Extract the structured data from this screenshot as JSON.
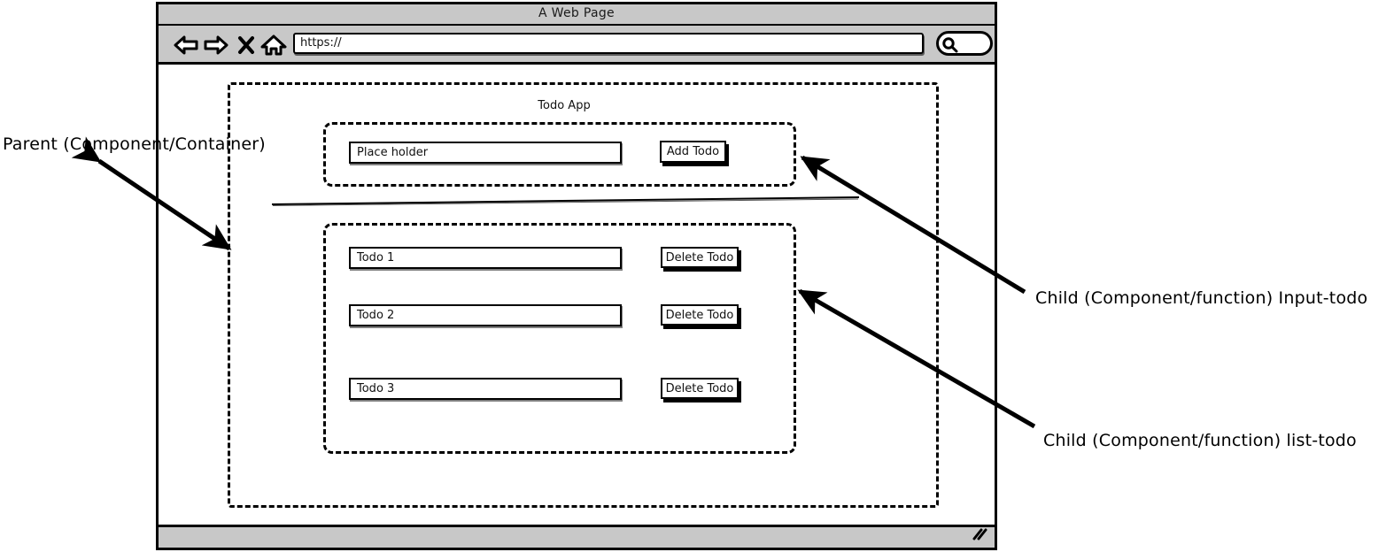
{
  "browser": {
    "title": "A Web Page",
    "url_value": "https://",
    "nav_icons": [
      "back-arrow-icon",
      "forward-arrow-icon",
      "stop-x-icon",
      "home-icon"
    ],
    "search_icon": "magnifier-icon",
    "resize_grip": "resize-grip-icon"
  },
  "app": {
    "title": "Todo App",
    "input_section": {
      "placeholder": "Place holder",
      "input_value": "Place holder",
      "add_button": "Add Todo"
    },
    "list_section": {
      "items": [
        {
          "label": "Todo 1",
          "delete_button": "Delete Todo"
        },
        {
          "label": "Todo 2",
          "delete_button": "Delete Todo"
        },
        {
          "label": "Todo 3",
          "delete_button": "Delete Todo"
        }
      ]
    }
  },
  "annotations": [
    {
      "id": "parent",
      "text": "Parent (Component/Container)"
    },
    {
      "id": "child-input",
      "text": "Child (Component/function) Input-todo"
    },
    {
      "id": "child-list",
      "text": "Child (Component/function) list-todo"
    }
  ],
  "colors": {
    "chrome_gray": "#c8c8c8",
    "stroke": "#000000",
    "page_background": "#ffffff"
  }
}
